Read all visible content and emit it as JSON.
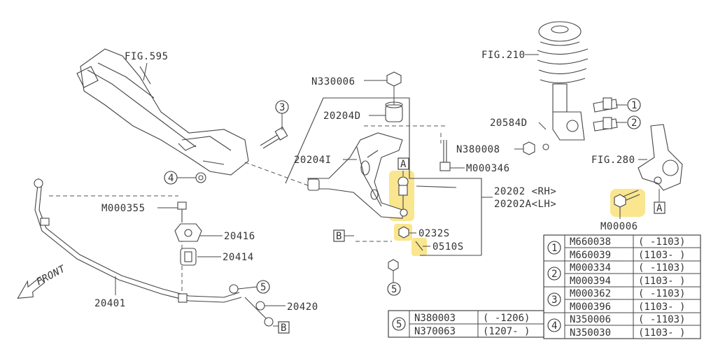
{
  "labels": {
    "fig595": "FIG.595",
    "n330006": "N330006",
    "fig210": "FIG.210",
    "p20204d": "20204D",
    "p20584d": "20584D",
    "n380008": "N380008",
    "fig280": "FIG.280",
    "p20204i": "20204I",
    "m000346": "M000346",
    "p20202": "20202 <RH>",
    "p20202a": "20202A<LH>",
    "m000355": "M000355",
    "m00006": "M00006",
    "p20416": "20416",
    "p0232s": "0232S",
    "p0510s": "0510S",
    "p20414": "20414",
    "front": "FRONT",
    "p20401": "20401",
    "p20420": "20420"
  },
  "refs": {
    "a": "A",
    "b": "B",
    "c1": "1",
    "c2": "2",
    "c3": "3",
    "c4": "4",
    "c5": "5"
  },
  "table_right": [
    {
      "ref": "1",
      "rows": [
        [
          "M660038",
          "( -1103)"
        ],
        [
          "M660039",
          "(1103- )"
        ]
      ]
    },
    {
      "ref": "2",
      "rows": [
        [
          "M000334",
          "( -1103)"
        ],
        [
          "M000394",
          "(1103- )"
        ]
      ]
    },
    {
      "ref": "3",
      "rows": [
        [
          "M000362",
          "( -1103)"
        ],
        [
          "M000396",
          "(1103- )"
        ]
      ]
    },
    {
      "ref": "4",
      "rows": [
        [
          "N350006",
          "( -1103)"
        ],
        [
          "N350030",
          "(1103- )"
        ]
      ]
    }
  ],
  "table_bottom": [
    {
      "ref": "5",
      "rows": [
        [
          "N380003",
          "( -1206)"
        ],
        [
          "N370063",
          "(1207- )"
        ]
      ]
    }
  ],
  "highlight_color": "#f8e27a"
}
